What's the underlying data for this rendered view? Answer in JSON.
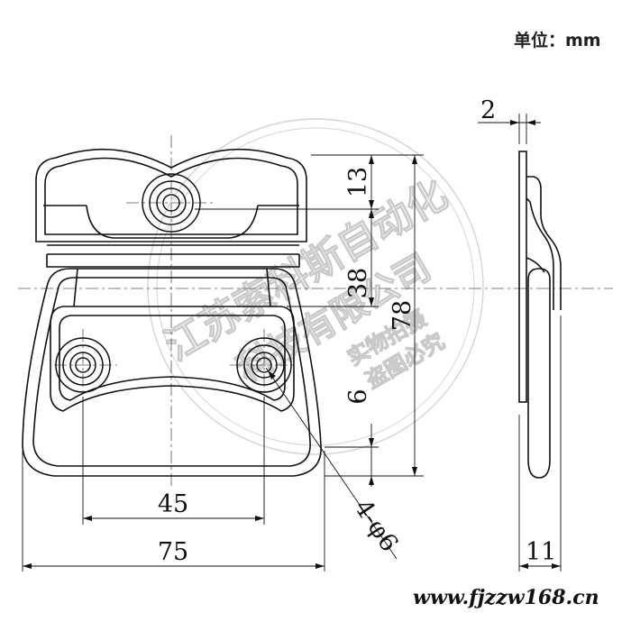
{
  "unit_label": "单位：mm",
  "site_label": "www.fjzzw168.cn",
  "watermark": {
    "company": "江苏索科斯自动化",
    "subline": "科技有限公司",
    "notice_1": "实物拍摄",
    "notice_2": "盗图必究"
  },
  "dimensions": {
    "plate_thickness": "2",
    "top_height": "13",
    "middle_height": "38",
    "overall_height": "78",
    "bottom_height": "6",
    "hole_spacing": "45",
    "overall_width": "75",
    "holes": "4-φ6",
    "side_depth": "11"
  },
  "colors": {
    "line": "#111111",
    "watermark": "#c9c9c9"
  }
}
